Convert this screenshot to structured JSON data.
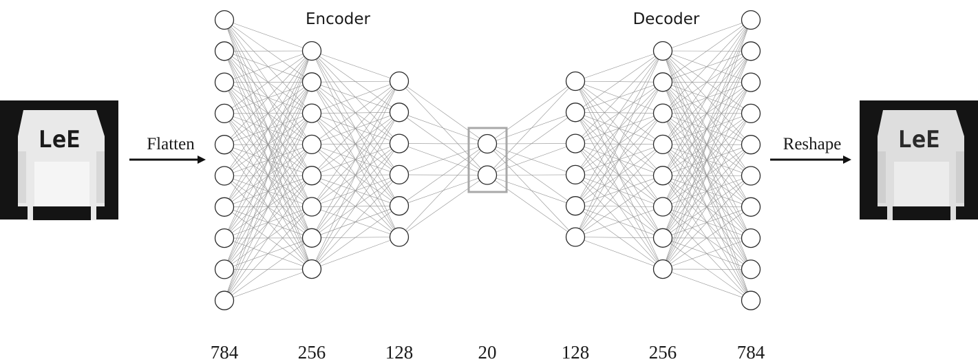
{
  "title_labels": {
    "encoder": "Encoder",
    "decoder": "Decoder"
  },
  "arrows": {
    "flatten": "Flatten",
    "reshape": "Reshape"
  },
  "layers": [
    {
      "id": "input",
      "count_label": "784",
      "shown_nodes": 10
    },
    {
      "id": "enc1",
      "count_label": "256",
      "shown_nodes": 8
    },
    {
      "id": "enc2",
      "count_label": "128",
      "shown_nodes": 6
    },
    {
      "id": "latent",
      "count_label": "20",
      "shown_nodes": 2
    },
    {
      "id": "dec1",
      "count_label": "128",
      "shown_nodes": 6
    },
    {
      "id": "dec2",
      "count_label": "256",
      "shown_nodes": 8
    },
    {
      "id": "output",
      "count_label": "784",
      "shown_nodes": 10
    }
  ],
  "images": {
    "input": "sweater-image-original",
    "output": "sweater-image-reconstructed"
  },
  "colors": {
    "node_stroke": "#2a2a2a",
    "edge": "#8f8f8f",
    "bottleneck_box": "#a8a8a8",
    "image_background": "#141414"
  }
}
